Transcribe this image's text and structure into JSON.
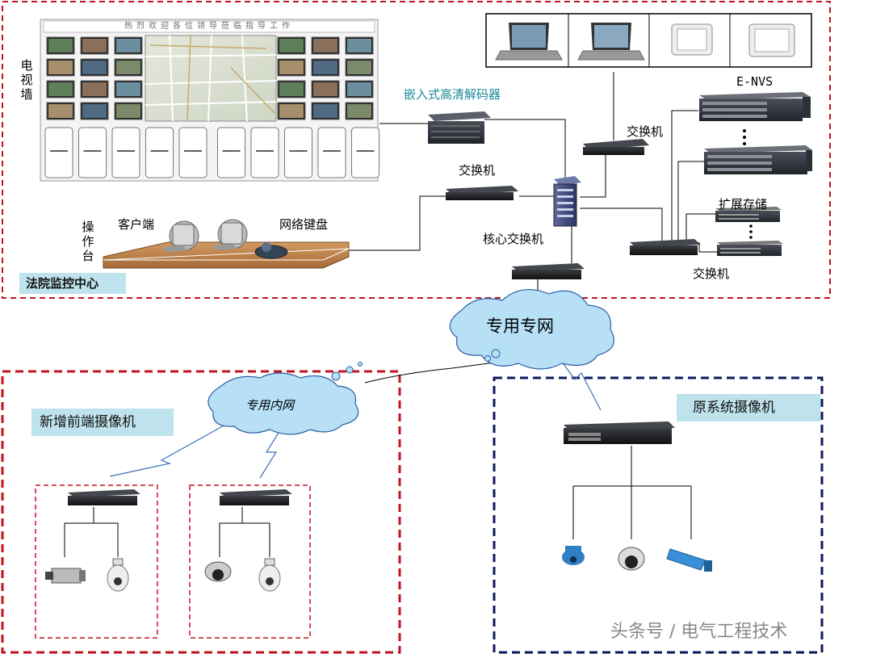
{
  "tvwall": {
    "label": "电视墙",
    "banner": "热烈欢迎各位领导莅临指导工作"
  },
  "decoder": {
    "label": "嵌入式高清解码器"
  },
  "env": {
    "label": "E-NVS"
  },
  "switch_top_right": {
    "label": "交换机"
  },
  "switch_left": {
    "label": "交换机"
  },
  "core_switch": {
    "label": "核心交换机"
  },
  "switch_bottom_right": {
    "label": "交换机"
  },
  "expand_storage": {
    "label": "扩展存储"
  },
  "console": {
    "label": "操作台",
    "client_label": "客户端",
    "keyboard_label": "网络键盘"
  },
  "center": {
    "label": "法院监控中心"
  },
  "private_net": {
    "label": "专用专网"
  },
  "inner_net": {
    "label": "专用内网"
  },
  "new_cams": {
    "label": "新增前端摄像机"
  },
  "orig_cams": {
    "label": "原系统摄像机"
  },
  "watermark": "头条号 / 电气工程技术",
  "colors": {
    "red_dash": "#c0141e",
    "navy_dash": "#0d1a5c",
    "cloud": "#b7e0f7",
    "tag_bg": "#bfe3ec",
    "teal_text": "#1a8a9a"
  }
}
